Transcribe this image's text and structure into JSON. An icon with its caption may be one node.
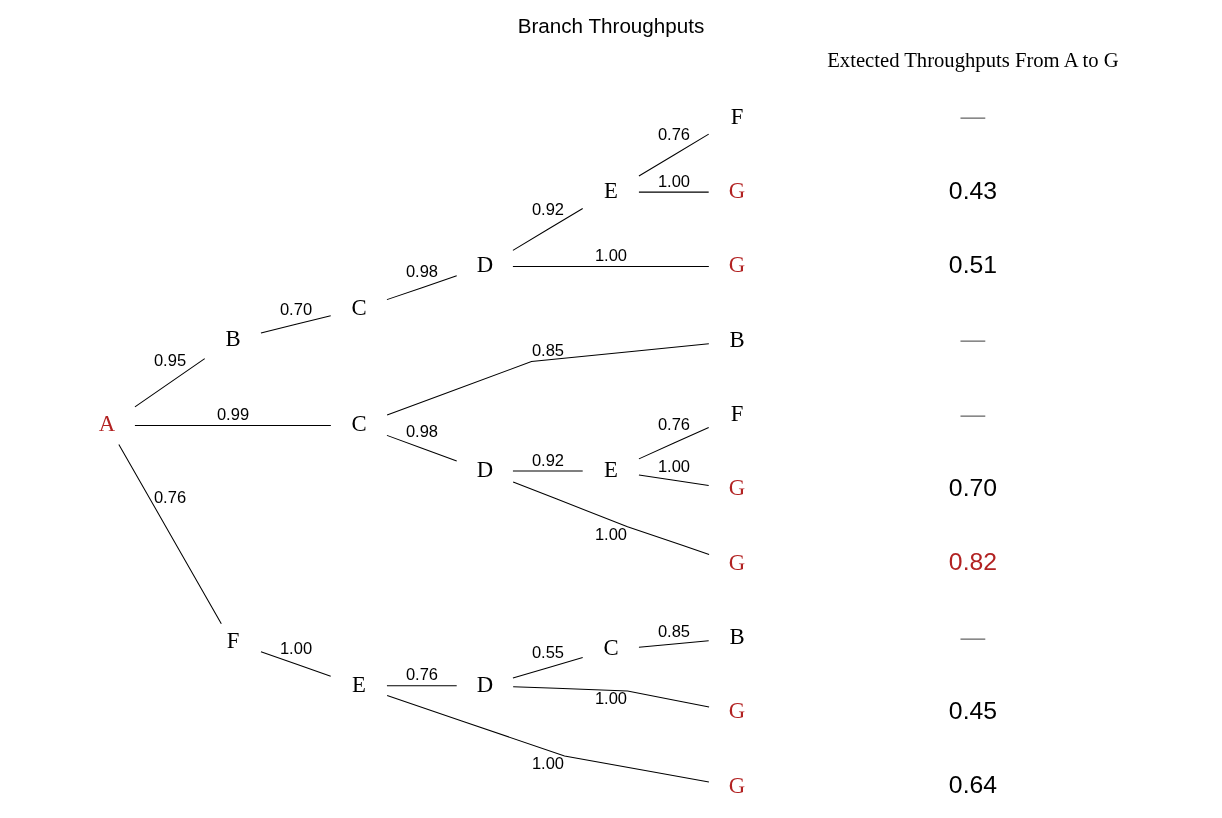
{
  "diagram": {
    "title": "Branch Throughputs",
    "nodes": [
      {
        "text": [
          "A"
        ]
      },
      {
        "text": [
          "B"
        ]
      },
      {
        "text": [
          "C"
        ]
      },
      {
        "text": [
          "D"
        ]
      },
      {
        "text": [
          "E"
        ]
      },
      {
        "text": [
          "F"
        ]
      },
      {
        "text": [
          "G"
        ]
      },
      {
        "text": [
          "G"
        ]
      },
      {
        "text": [
          "C"
        ]
      },
      {
        "text": [
          "B"
        ]
      },
      {
        "text": [
          "D"
        ]
      },
      {
        "text": [
          "E"
        ]
      },
      {
        "text": [
          "F"
        ]
      },
      {
        "text": [
          "G"
        ]
      },
      {
        "text": [
          "G"
        ]
      },
      {
        "text": [
          "F"
        ]
      },
      {
        "text": [
          "E"
        ]
      },
      {
        "text": [
          "D"
        ]
      },
      {
        "text": [
          "C"
        ]
      },
      {
        "text": [
          "B"
        ]
      },
      {
        "text": [
          "G"
        ]
      },
      {
        "text": [
          "G"
        ]
      }
    ],
    "edges": [
      {
        "from": 0,
        "to": 1,
        "arrow": "none",
        "label": "0.95"
      },
      {
        "from": 1,
        "to": 2,
        "arrow": "none",
        "label": "0.70"
      },
      {
        "from": 2,
        "to": 3,
        "arrow": "none",
        "label": "0.98"
      },
      {
        "from": 3,
        "to": 4,
        "arrow": "none",
        "label": "0.92"
      },
      {
        "from": 4,
        "to": 5,
        "arrow": "none",
        "label": "0.76"
      },
      {
        "from": 4,
        "to": 6,
        "arrow": "none",
        "label": "1.00"
      },
      {
        "from": 3,
        "to": 7,
        "arrow": "none",
        "label": "1.00"
      },
      {
        "from": 0,
        "to": 8,
        "arrow": "none",
        "label": "0.99"
      },
      {
        "from": 8,
        "to": 9,
        "arrow": "none",
        "label": "0.85"
      },
      {
        "from": 8,
        "to": 10,
        "arrow": "none",
        "label": "0.98"
      },
      {
        "from": 10,
        "to": 11,
        "arrow": "none",
        "label": "0.92"
      },
      {
        "from": 11,
        "to": 12,
        "arrow": "none",
        "label": "0.76"
      },
      {
        "from": 11,
        "to": 13,
        "arrow": "none",
        "label": "1.00"
      },
      {
        "from": 10,
        "to": 14,
        "arrow": "none",
        "label": "1.00"
      },
      {
        "from": 0,
        "to": 15,
        "arrow": "none",
        "label": "0.76"
      },
      {
        "from": 15,
        "to": 16,
        "arrow": "none",
        "label": "1.00"
      },
      {
        "from": 16,
        "to": 17,
        "arrow": "none",
        "label": "0.76"
      },
      {
        "from": 17,
        "to": 18,
        "arrow": "none",
        "label": "0.55"
      },
      {
        "from": 18,
        "to": 19,
        "arrow": "none",
        "label": "0.85"
      },
      {
        "from": 17,
        "to": 20,
        "arrow": "none",
        "label": "1.00"
      },
      {
        "from": 16,
        "to": 21,
        "arrow": "none",
        "label": "1.00"
      }
    ],
    "labels": [
      "Extected Throughputs From A to G",
      "—",
      "0.43",
      "0.51",
      "—",
      "—",
      "0.70",
      "0.82",
      "—",
      "0.45",
      "0.64"
    ]
  }
}
